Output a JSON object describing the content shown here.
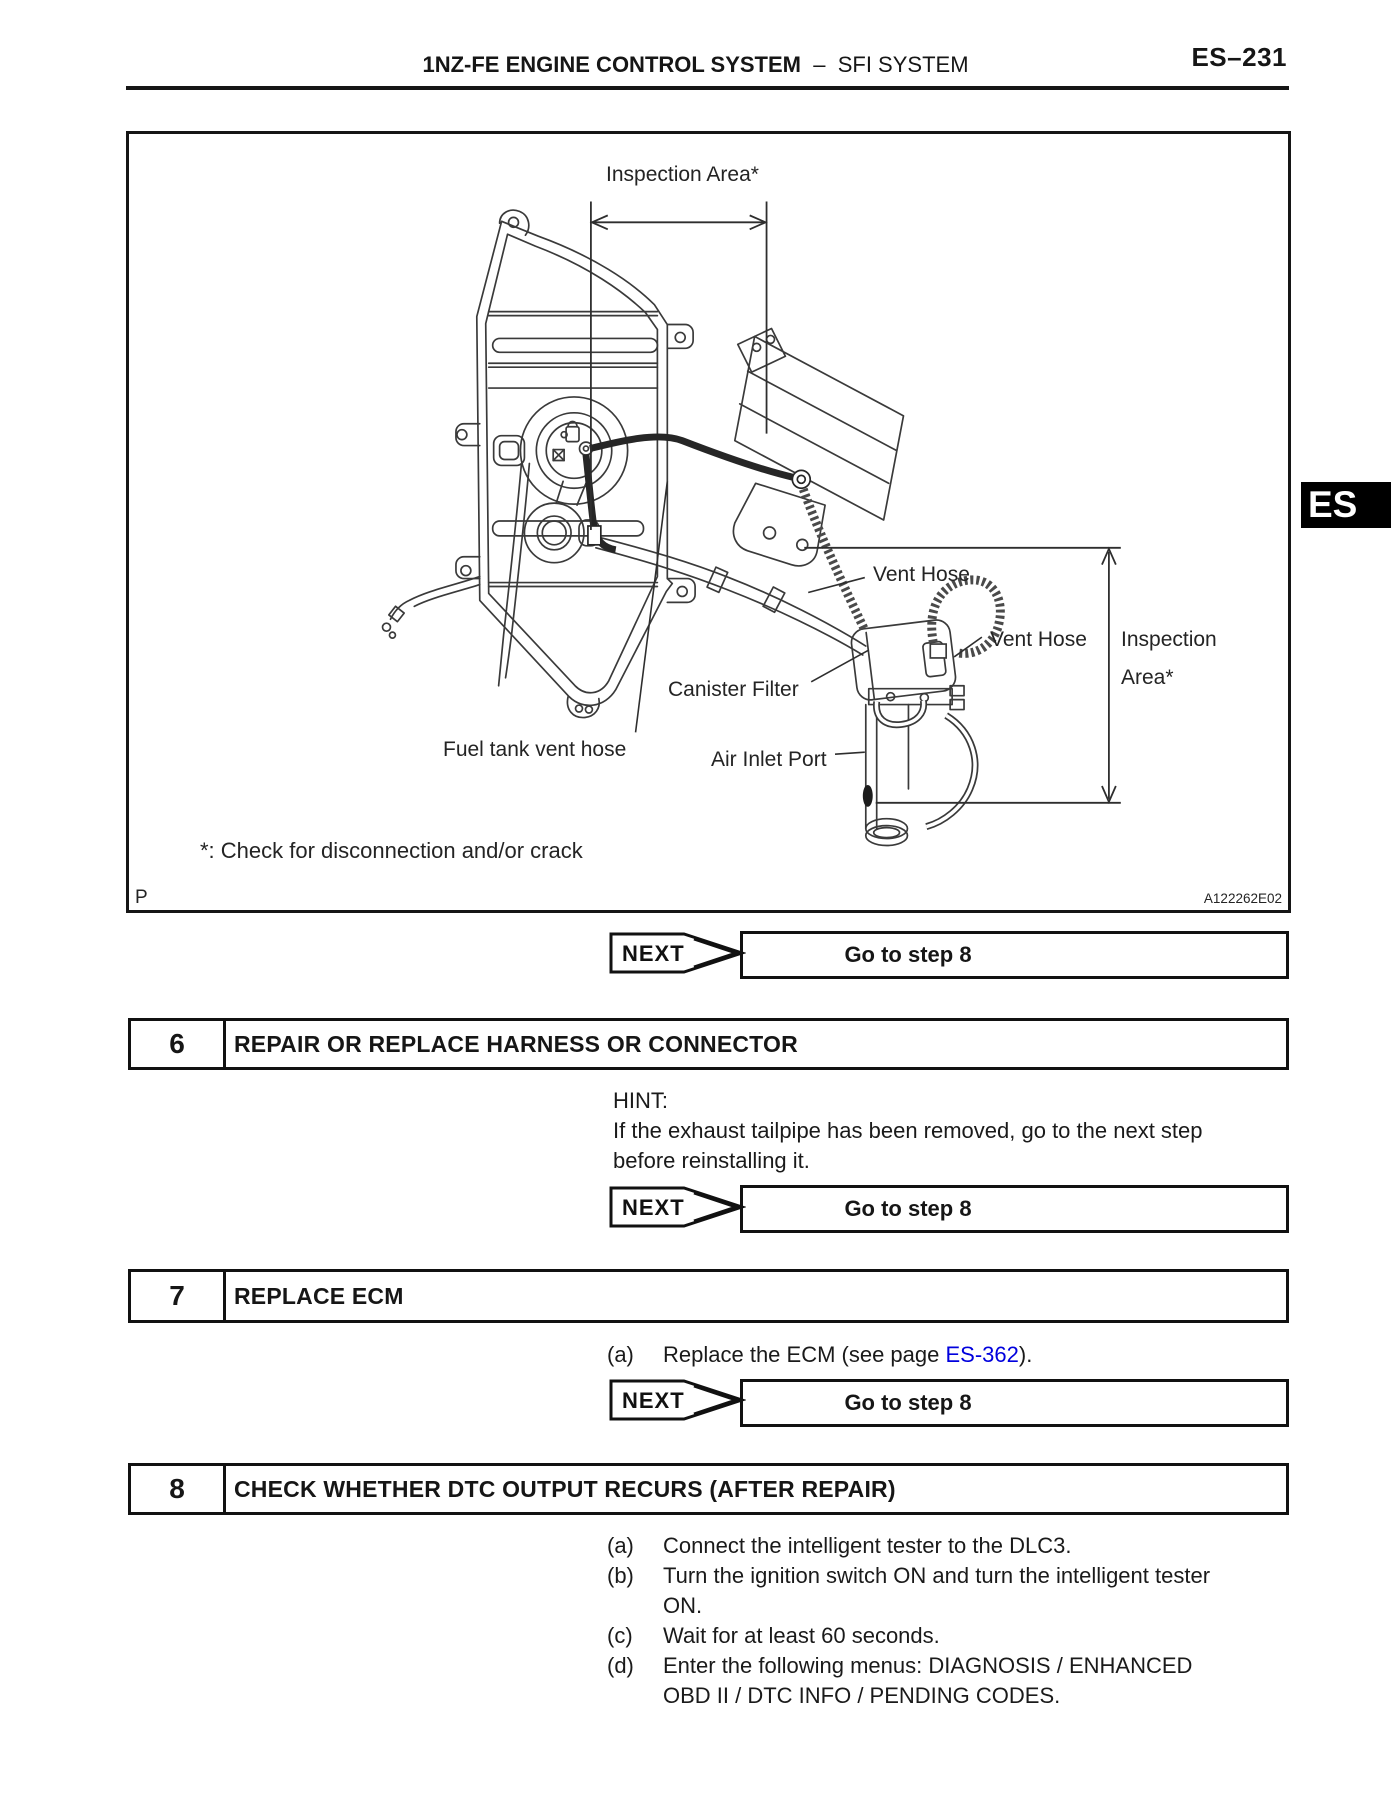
{
  "header": {
    "title_bold": "1NZ-FE ENGINE CONTROL SYSTEM",
    "separator": "–",
    "title_regular": "SFI SYSTEM",
    "page_number": "ES–231"
  },
  "side_tab": {
    "label": "ES"
  },
  "figure": {
    "labels": {
      "top_inspection_area": "Inspection Area*",
      "vent_hose_upper": "Vent Hose",
      "vent_hose_lower": "Vent Hose",
      "right_inspection_line1": "Inspection",
      "right_inspection_line2": "Area*",
      "canister_filter": "Canister Filter",
      "fuel_tank_vent_hose": "Fuel tank vent hose",
      "air_inlet_port": "Air Inlet Port"
    },
    "footnote": "*: Check for disconnection and/or crack",
    "corner_marker": "P",
    "figure_code": "A122262E02"
  },
  "next1": {
    "label": "NEXT",
    "result": "Go to step 8"
  },
  "next2": {
    "label": "NEXT",
    "result": "Go to step 8"
  },
  "next3": {
    "label": "NEXT",
    "result": "Go to step 8"
  },
  "step6": {
    "number": "6",
    "title": "REPAIR OR REPLACE HARNESS OR CONNECTOR",
    "hint_label": "HINT:",
    "hint_line1": "If the exhaust tailpipe has been removed, go to the next step",
    "hint_line2": "before reinstalling it."
  },
  "step7": {
    "number": "7",
    "title": "REPLACE ECM",
    "item_prefix": "(a)",
    "item_text1": "Replace the ECM (see page ",
    "item_link": "ES-362",
    "item_text2": ")."
  },
  "step8": {
    "number": "8",
    "title": "CHECK WHETHER DTC OUTPUT RECURS (AFTER REPAIR)",
    "items": [
      {
        "prefix": "(a)",
        "lines": [
          "Connect the intelligent tester to the DLC3."
        ]
      },
      {
        "prefix": "(b)",
        "lines": [
          "Turn the ignition switch ON and turn the intelligent tester",
          "ON."
        ]
      },
      {
        "prefix": "(c)",
        "lines": [
          "Wait for at least 60 seconds."
        ]
      },
      {
        "prefix": "(d)",
        "lines": [
          "Enter the following menus: DIAGNOSIS / ENHANCED",
          "OBD II / DTC INFO / PENDING CODES."
        ]
      }
    ]
  },
  "colors": {
    "link_blue": "#0000dd",
    "ink": "#161616",
    "drawing_line": "#3a3a3a"
  }
}
